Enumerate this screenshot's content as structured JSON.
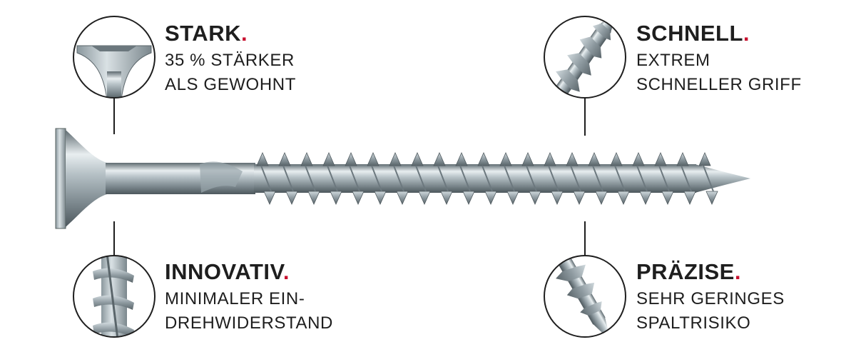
{
  "features": {
    "stark": {
      "title": "STARK",
      "dot": ".",
      "line1": "35 % STÄRKER",
      "line2": "ALS GEWOHNT"
    },
    "schnell": {
      "title": "SCHNELL",
      "dot": ".",
      "line1": "EXTREM",
      "line2": "SCHNELLER GRIFF"
    },
    "innovativ": {
      "title": "INNOVATIV",
      "dot": ".",
      "line1": "MINIMALER EIN-",
      "line2": "DREHWIDERSTAND"
    },
    "praezise": {
      "title": "PRÄZISE",
      "dot": ".",
      "line1": "SEHR GERINGES",
      "line2": "SPALTRISIKO"
    }
  },
  "colors": {
    "accent": "#c8102e",
    "text": "#1e1e1e",
    "metal": "#9aa6ac"
  },
  "icons": [
    "screw-head-detail-icon",
    "screw-tip-detail-icon",
    "screw-shank-detail-icon",
    "screw-point-detail-icon",
    "screw-image"
  ]
}
